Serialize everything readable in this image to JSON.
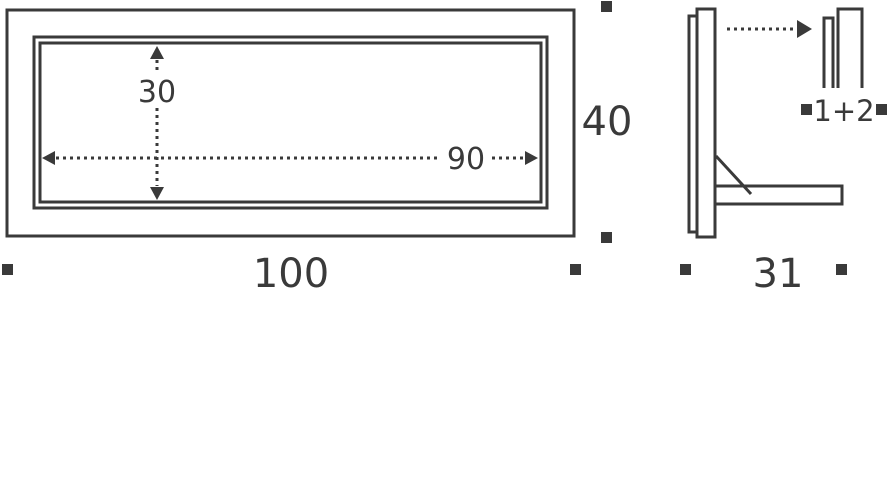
{
  "front_view": {
    "width_label": "100",
    "height_label": "40",
    "inner_width_label": "90",
    "inner_height_label": "30"
  },
  "side_view": {
    "depth_label": "31",
    "combination_label": "1+2"
  },
  "colors": {
    "line": "#3a3a3a",
    "background": "#ffffff"
  }
}
